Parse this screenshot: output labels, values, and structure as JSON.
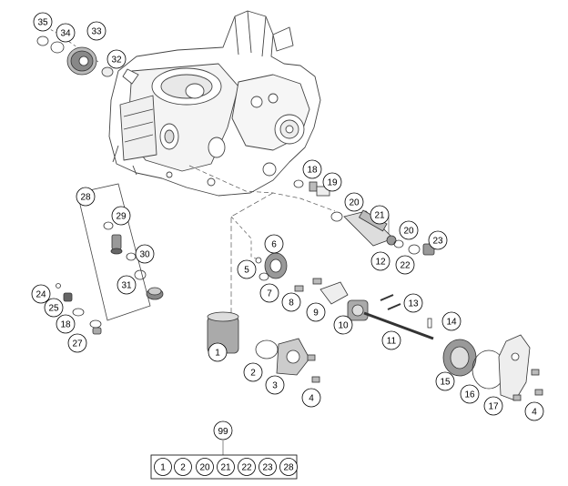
{
  "diagram": {
    "callouts": [
      {
        "id": "c35",
        "label": "35"
      },
      {
        "id": "c34",
        "label": "34"
      },
      {
        "id": "c33",
        "label": "33"
      },
      {
        "id": "c32",
        "label": "32"
      },
      {
        "id": "c28",
        "label": "28"
      },
      {
        "id": "c29",
        "label": "29"
      },
      {
        "id": "c30",
        "label": "30"
      },
      {
        "id": "c31",
        "label": "31"
      },
      {
        "id": "c24",
        "label": "24"
      },
      {
        "id": "c25",
        "label": "25"
      },
      {
        "id": "c18a",
        "label": "18"
      },
      {
        "id": "c27",
        "label": "27"
      },
      {
        "id": "c18b",
        "label": "18"
      },
      {
        "id": "c19",
        "label": "19"
      },
      {
        "id": "c20a",
        "label": "20"
      },
      {
        "id": "c21",
        "label": "21"
      },
      {
        "id": "c20b",
        "label": "20"
      },
      {
        "id": "c22",
        "label": "22"
      },
      {
        "id": "c23",
        "label": "23"
      },
      {
        "id": "c6",
        "label": "6"
      },
      {
        "id": "c5",
        "label": "5"
      },
      {
        "id": "c7",
        "label": "7"
      },
      {
        "id": "c8",
        "label": "8"
      },
      {
        "id": "c9",
        "label": "9"
      },
      {
        "id": "c10",
        "label": "10"
      },
      {
        "id": "c12",
        "label": "12"
      },
      {
        "id": "c13",
        "label": "13"
      },
      {
        "id": "c14",
        "label": "14"
      },
      {
        "id": "c11",
        "label": "11"
      },
      {
        "id": "c1",
        "label": "1"
      },
      {
        "id": "c2",
        "label": "2"
      },
      {
        "id": "c3",
        "label": "3"
      },
      {
        "id": "c4a",
        "label": "4"
      },
      {
        "id": "c15",
        "label": "15"
      },
      {
        "id": "c16",
        "label": "16"
      },
      {
        "id": "c17",
        "label": "17"
      },
      {
        "id": "c4b",
        "label": "4"
      }
    ],
    "kit": {
      "label": "99",
      "items": [
        "1",
        "2",
        "20",
        "21",
        "22",
        "23",
        "28"
      ]
    }
  }
}
